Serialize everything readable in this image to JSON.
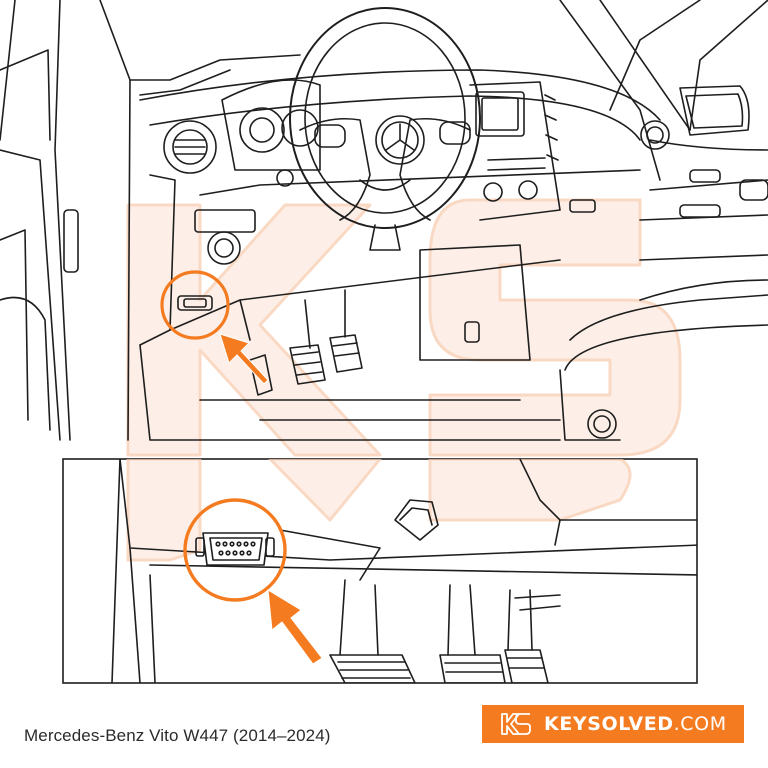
{
  "caption": "Mercedes-Benz Vito W447 (2014–2024)",
  "brand": {
    "name": "KEYSOLVED",
    "tld": ".COM",
    "watermark_letters": "KS"
  },
  "colors": {
    "accent": "#f47b20",
    "line": "#1e1e1e",
    "watermark": "#fbe3d2"
  },
  "callouts": [
    {
      "name": "obd-port-overview",
      "marker": "circle-with-arrow"
    },
    {
      "name": "obd-port-closeup",
      "marker": "circle-with-arrow"
    }
  ]
}
